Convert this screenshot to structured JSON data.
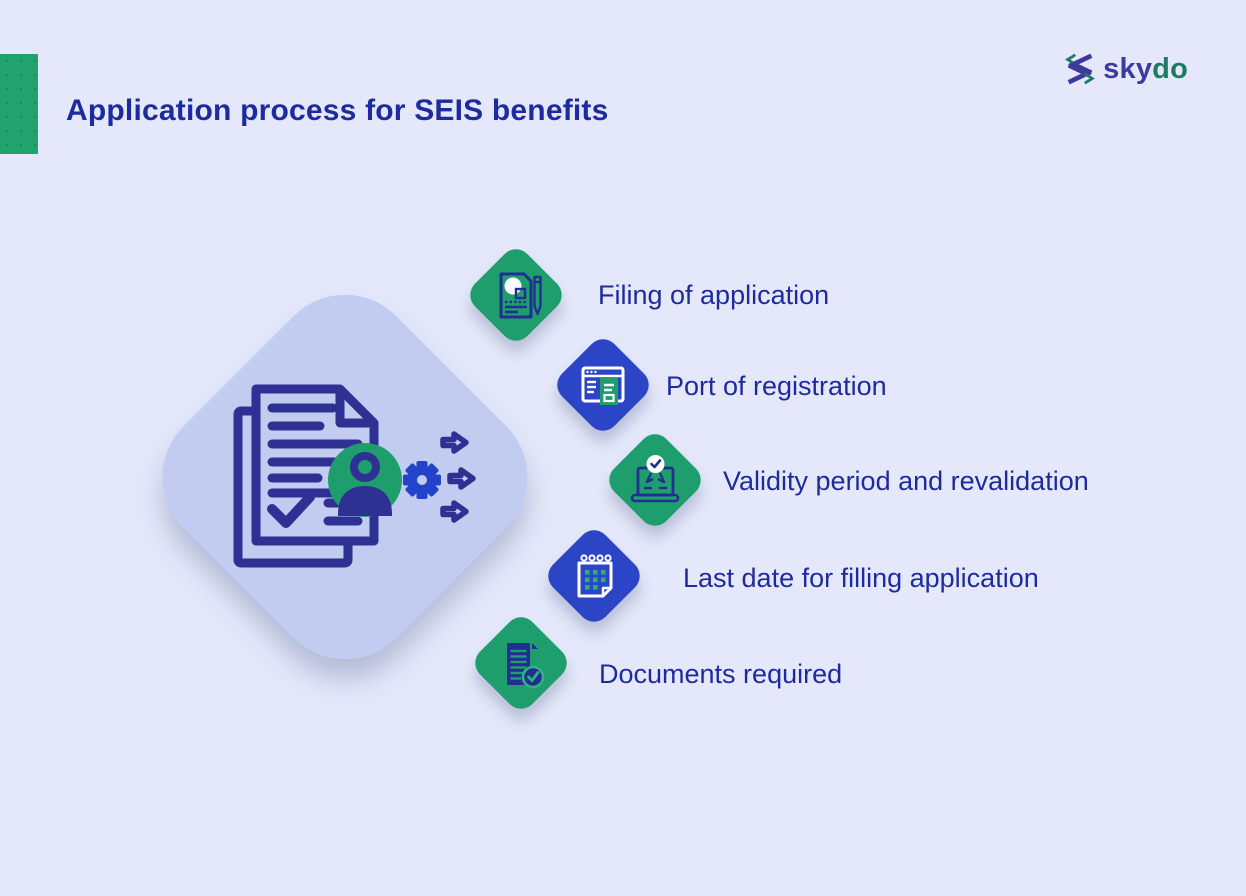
{
  "header": {
    "title": "Application process for SEIS benefits",
    "title_color": "#1c2b9e",
    "accent_bar_color": "#22a26f"
  },
  "logo": {
    "text_primary": "sky",
    "text_secondary": "do",
    "primary_color": "#3b3a9d",
    "secondary_color": "#207a62",
    "mark": "skydo-s-mark-icon"
  },
  "diagram": {
    "hub": {
      "shape": "large-rounded-diamond",
      "fill": "#c2ccf0",
      "icons": [
        "checklist-documents-icon",
        "person-circle-icon",
        "gear-icon",
        "triple-arrow-right-icon"
      ],
      "person_circle_color": "#1e9e6c",
      "gear_color": "#2343cb",
      "outline_color": "#2e3193"
    },
    "steps": [
      {
        "label": "Filing of application",
        "diamond_color": "#1e9e6c",
        "icon": "document-pen-icon"
      },
      {
        "label": "Port of registration",
        "diamond_color": "#2c45c7",
        "icon": "browser-window-icon"
      },
      {
        "label": "Validity period and revalidation",
        "diamond_color": "#1e9e6c",
        "icon": "laptop-badge-icon"
      },
      {
        "label": "Last date for filling application",
        "diamond_color": "#2c45c7",
        "icon": "calendar-icon"
      },
      {
        "label": "Documents required",
        "diamond_color": "#1e9e6c",
        "icon": "document-check-icon"
      }
    ],
    "label_color": "#1e2b9d",
    "background_color": "#e4e8fa"
  }
}
